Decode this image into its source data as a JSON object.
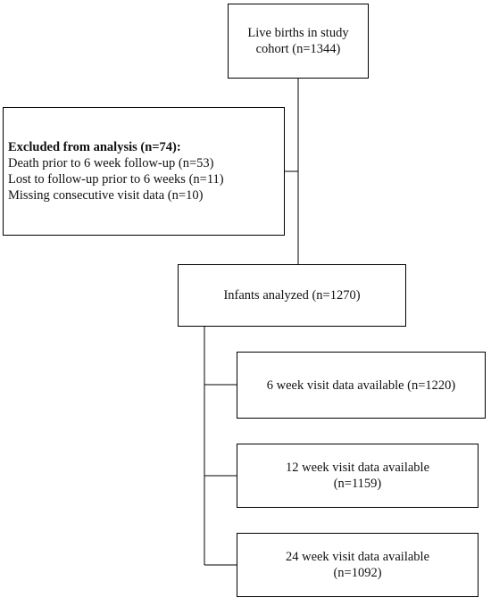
{
  "flowchart": {
    "live_births": {
      "line1": "Live births in study",
      "line2": "cohort (n=1344)"
    },
    "excluded": {
      "heading": "Excluded from analysis (n=74):",
      "reasons": [
        "Death prior to 6 week follow-up (n=53)",
        "Lost to follow-up prior to 6 weeks (n=11)",
        "Missing consecutive visit data (n=10)"
      ]
    },
    "analyzed": {
      "label": "Infants analyzed (n=1270)"
    },
    "visits": [
      {
        "line1": "6 week visit data available (n=1220)",
        "line2": ""
      },
      {
        "line1": "12 week visit data available",
        "line2": "(n=1159)"
      },
      {
        "line1": "24 week visit data available",
        "line2": "(n=1092)"
      }
    ]
  },
  "colors": {
    "line": "#000000",
    "text": "#111111",
    "background": "#ffffff"
  }
}
